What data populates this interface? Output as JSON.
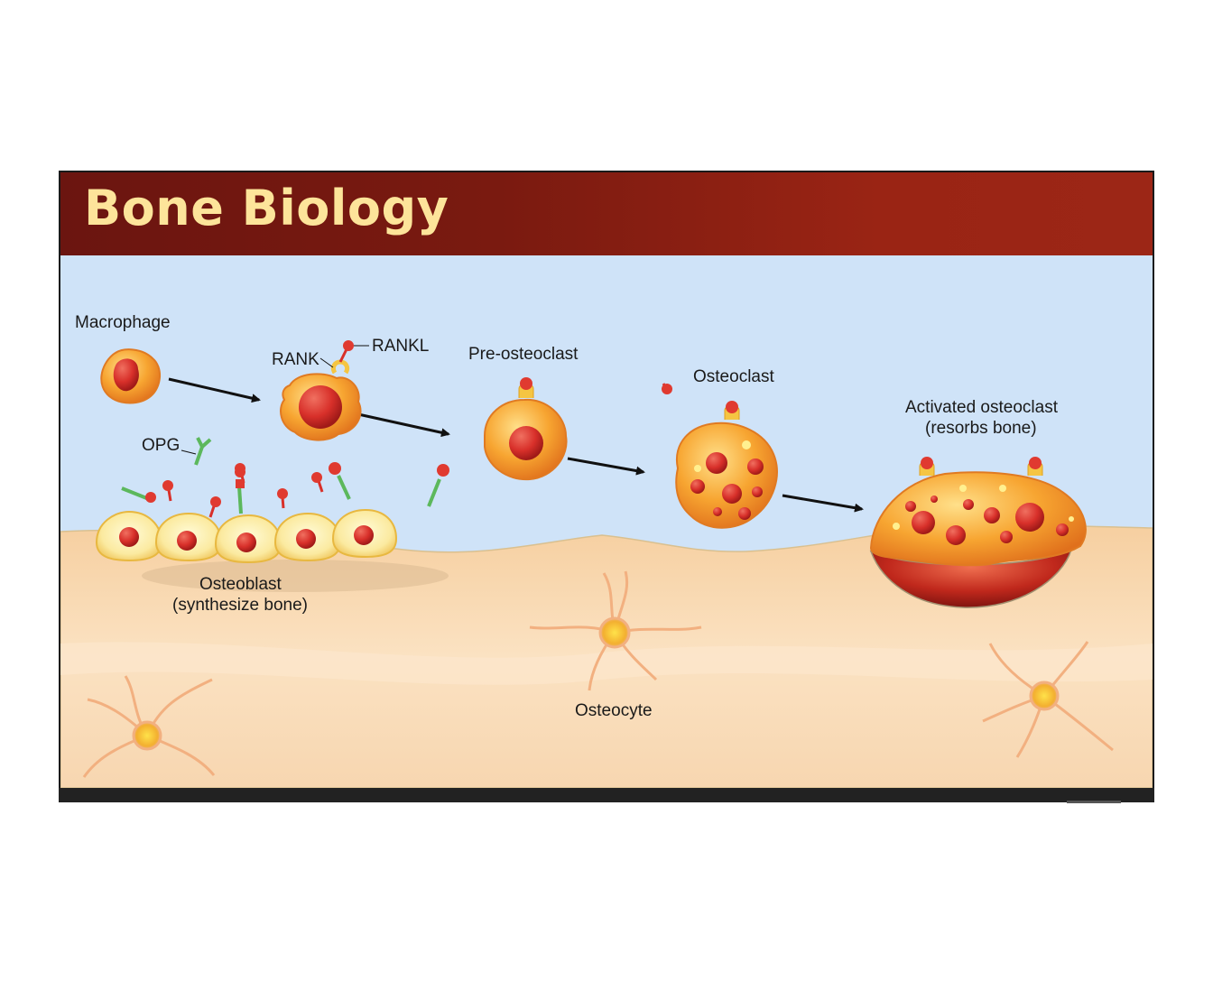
{
  "title": "Bone Biology",
  "labels": {
    "macrophage": "Macrophage",
    "rank": "RANK",
    "rankl": "RANKL",
    "opg": "OPG",
    "pre_osteoclast": "Pre-osteoclast",
    "osteoclast": "Osteoclast",
    "activated_line1": "Activated osteoclast",
    "activated_line2": "(resorbs bone)",
    "osteoblast_line1": "Osteoblast",
    "osteoblast_line2": "(synthesize bone)",
    "osteocyte": "Osteocyte"
  },
  "colors": {
    "title_bar": "#7a1a10",
    "title_text": "#fde49a",
    "fluid": "#cfe3f8",
    "bone": "#f8d8a8",
    "cell_orange": "#f5a623",
    "nucleus_red": "#d8302a",
    "receptor_yellow": "#f5c542",
    "opg_green": "#5cb85c"
  }
}
